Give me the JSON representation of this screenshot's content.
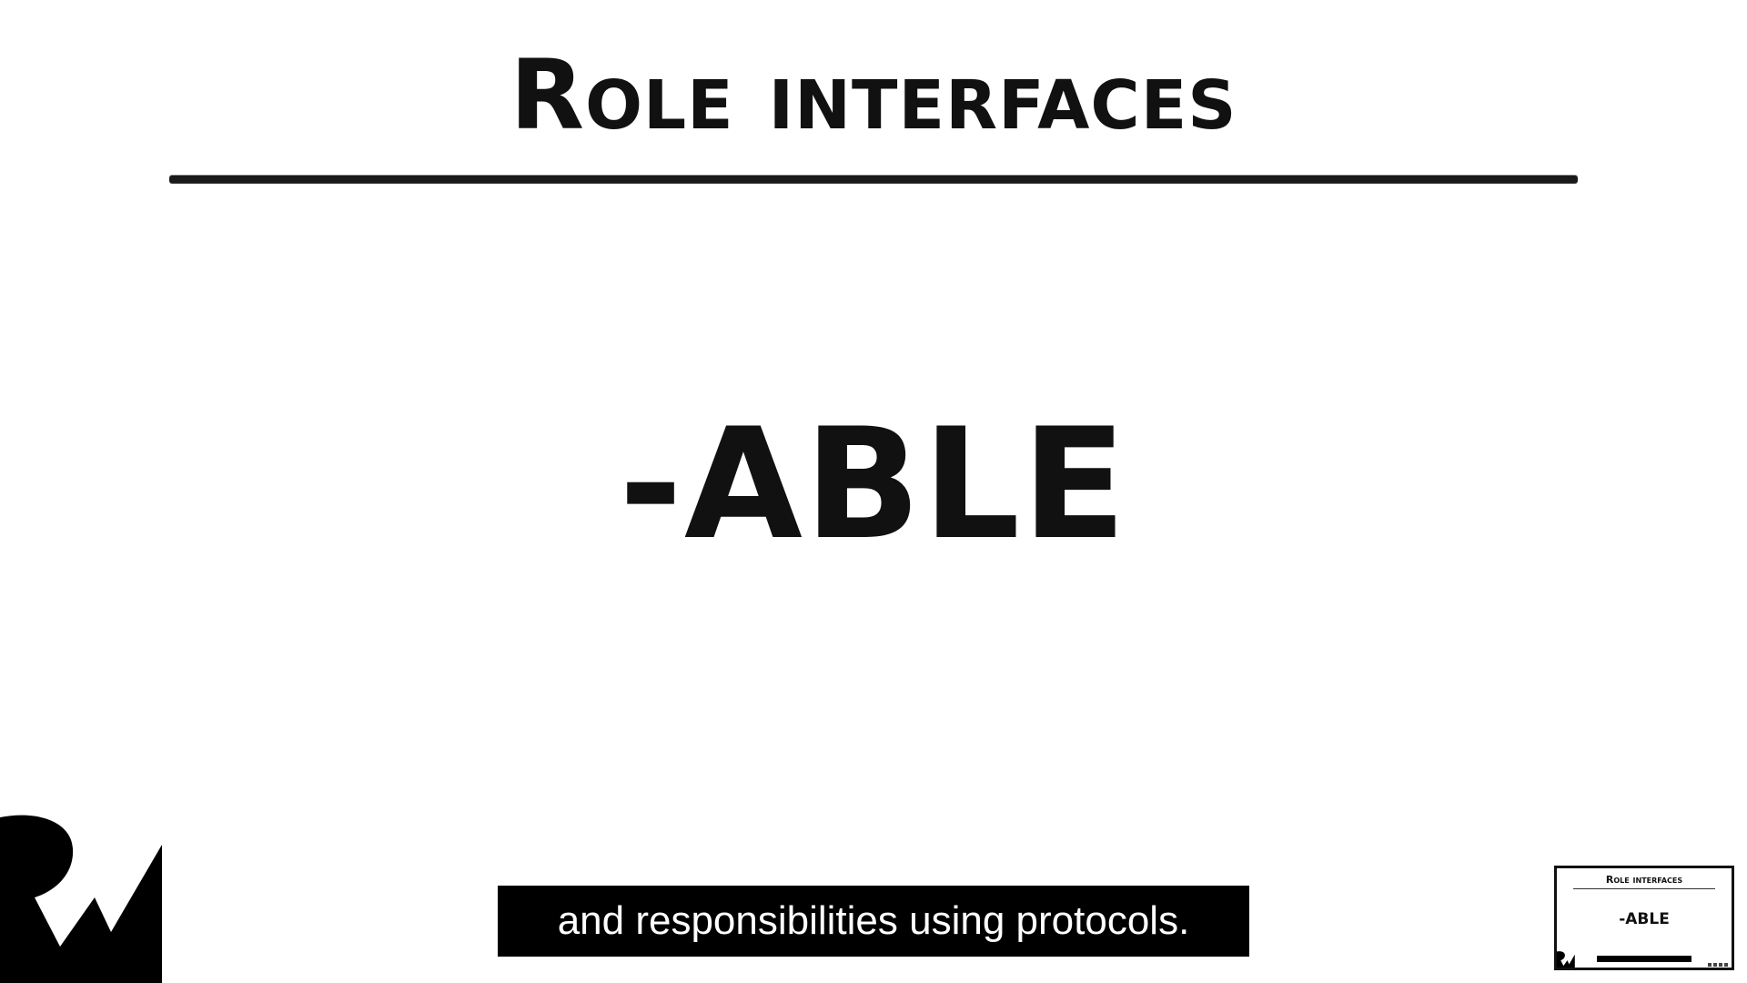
{
  "slide": {
    "title": "Role interfaces",
    "main_word": "-ABLE"
  },
  "subtitle": {
    "text": "and responsibilities using protocols."
  },
  "thumbnail": {
    "title": "Role interfaces",
    "main_word": "-ABLE"
  },
  "colors": {
    "background": "#ffffff",
    "ink": "#111111",
    "caption_bg": "#000000",
    "caption_text": "#ffffff"
  },
  "icons": {
    "logo": "rw-logo-icon"
  }
}
